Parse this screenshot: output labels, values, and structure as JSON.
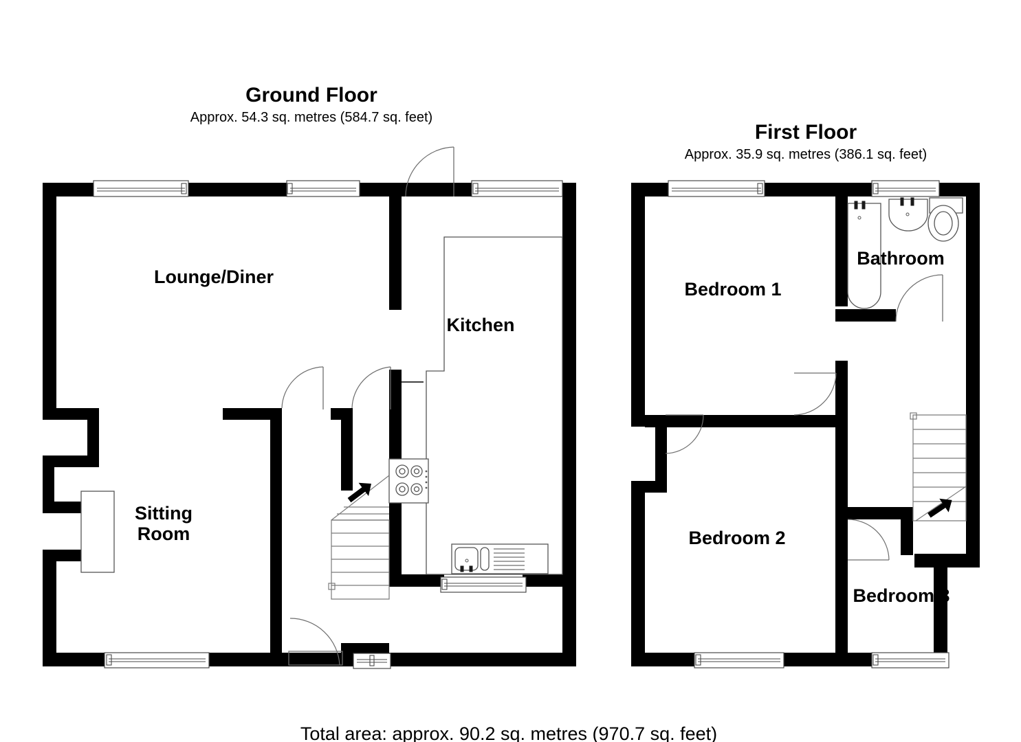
{
  "document": {
    "kind": "floor-plan",
    "total_area_text": "Total area: approx. 90.2 sq. metres (970.7 sq. feet)"
  },
  "floors": [
    {
      "id": "ground",
      "title": "Ground Floor",
      "subtitle": "Approx. 54.3 sq. metres (584.7 sq. feet)",
      "rooms": [
        {
          "id": "lounge-diner",
          "label": "Lounge/Diner"
        },
        {
          "id": "kitchen",
          "label": "Kitchen"
        },
        {
          "id": "sitting-room-line1",
          "label": "Sitting"
        },
        {
          "id": "sitting-room-line2",
          "label": "Room"
        }
      ],
      "fixtures": [
        "hob",
        "sink",
        "drainer",
        "staircase",
        "front-door",
        "chimney-breast"
      ]
    },
    {
      "id": "first",
      "title": "First Floor",
      "subtitle": "Approx. 35.9 sq. metres (386.1 sq. feet)",
      "rooms": [
        {
          "id": "bedroom-1",
          "label": "Bedroom 1"
        },
        {
          "id": "bedroom-2",
          "label": "Bedroom 2"
        },
        {
          "id": "bedroom-3",
          "label": "Bedroom 3"
        },
        {
          "id": "bathroom",
          "label": "Bathroom"
        }
      ],
      "fixtures": [
        "bath",
        "basin",
        "toilet",
        "staircase"
      ]
    }
  ],
  "colors": {
    "wall": "#000000",
    "background": "#ffffff",
    "fixture_stroke": "#555555",
    "stair_stroke": "#7a7a7a",
    "door_swing": "#6e6e6e"
  }
}
